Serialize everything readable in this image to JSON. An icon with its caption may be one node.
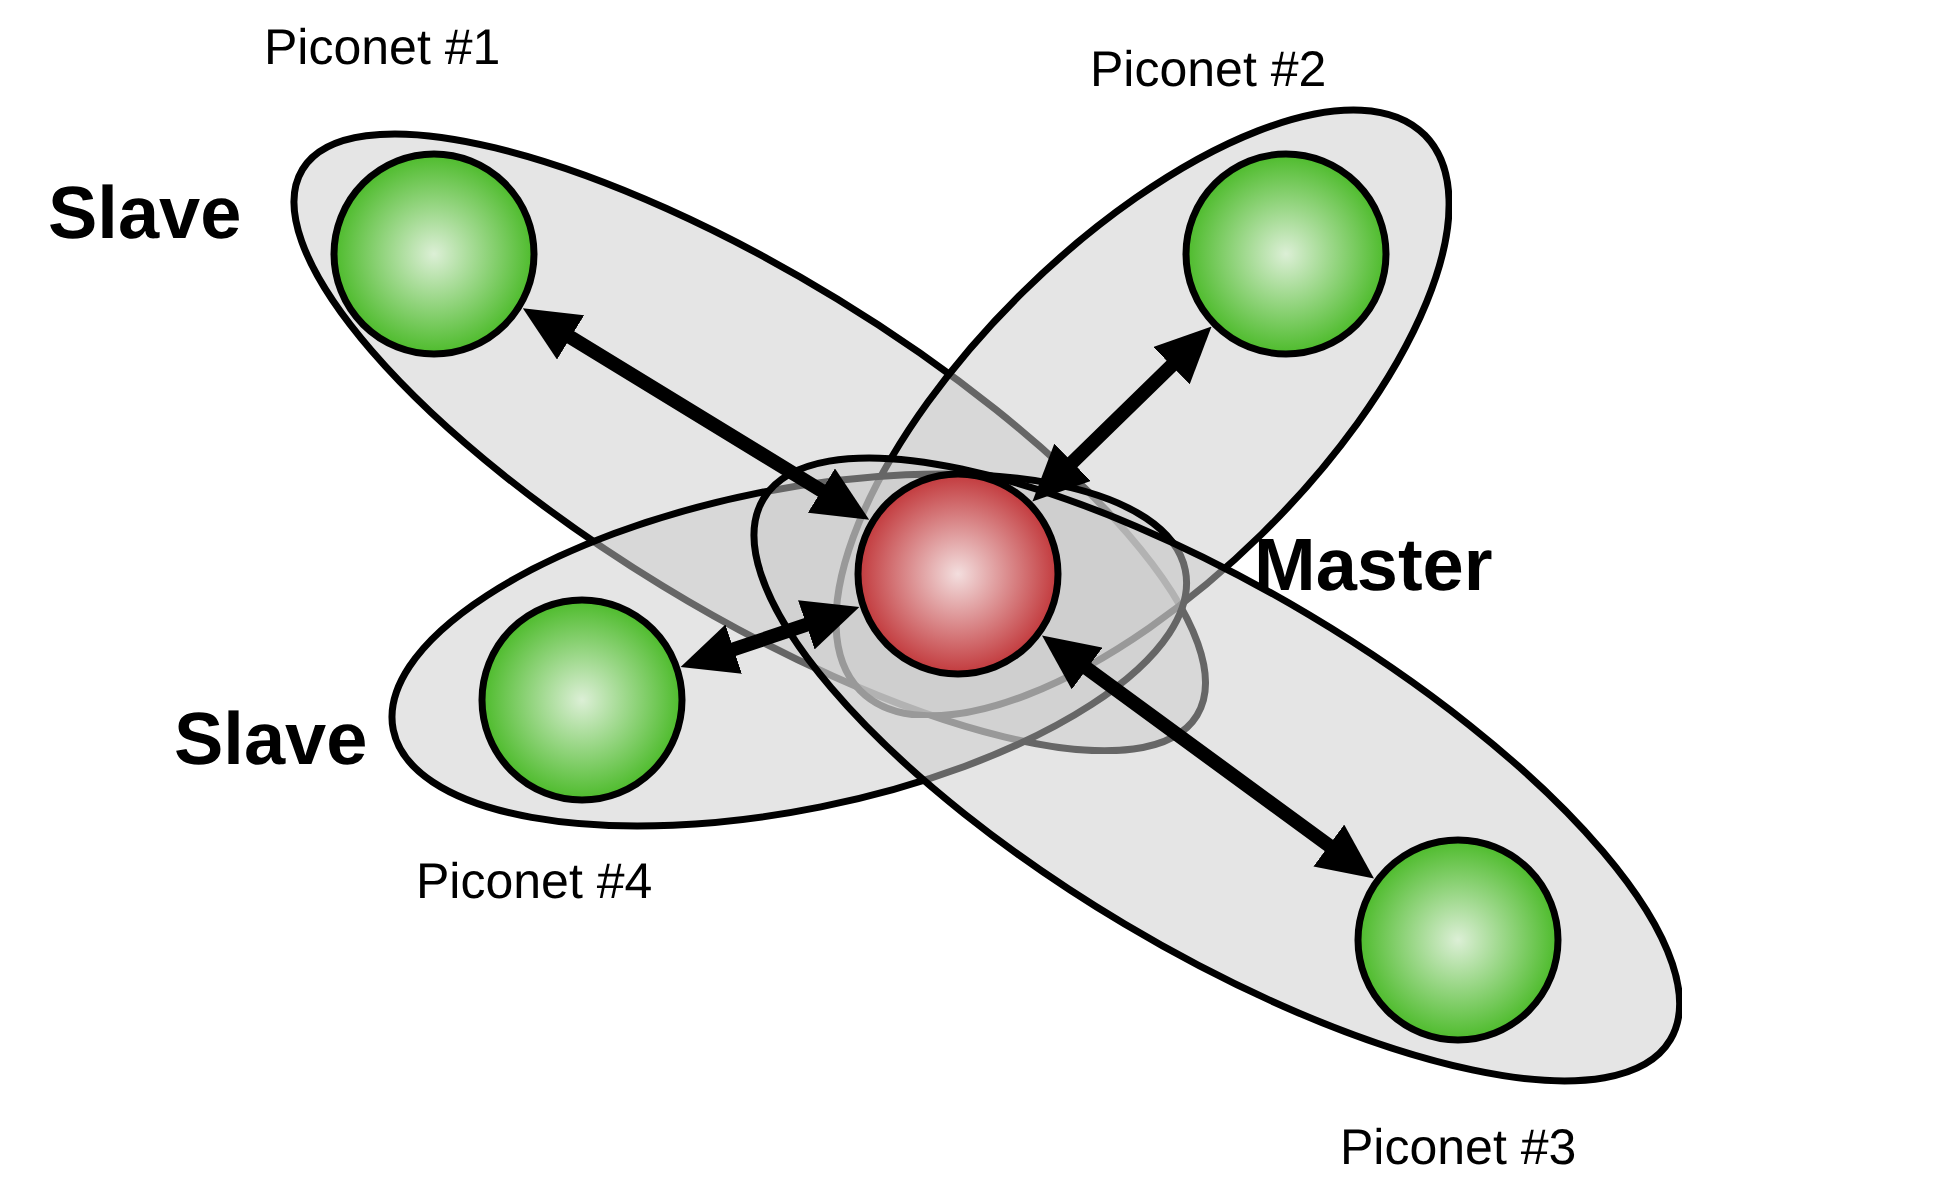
{
  "diagram": {
    "nodes": [
      {
        "text": [
          "Piconet #1"
        ]
      },
      {
        "text": [],
        "shape": "circle",
        "in": 0,
        "beside": [
          "Slave"
        ]
      },
      {
        "text": [
          "Piconet #2"
        ]
      },
      {
        "text": [],
        "shape": "circle",
        "in": 2
      },
      {
        "text": [],
        "shape": "circle",
        "beside": [
          "Master"
        ]
      },
      {
        "text": [
          "Piconet #4"
        ]
      },
      {
        "text": [],
        "shape": "circle",
        "in": 5,
        "beside": [
          "Slave"
        ]
      },
      {
        "text": [
          "Piconet #3"
        ]
      },
      {
        "text": [],
        "shape": "circle",
        "in": 7
      }
    ],
    "edges": [
      {
        "from": 4,
        "to": 1,
        "arrow": "both"
      },
      {
        "from": 4,
        "to": 3,
        "arrow": "both"
      },
      {
        "from": 4,
        "to": 6,
        "arrow": "both"
      },
      {
        "from": 4,
        "to": 8,
        "arrow": "both"
      }
    ]
  }
}
